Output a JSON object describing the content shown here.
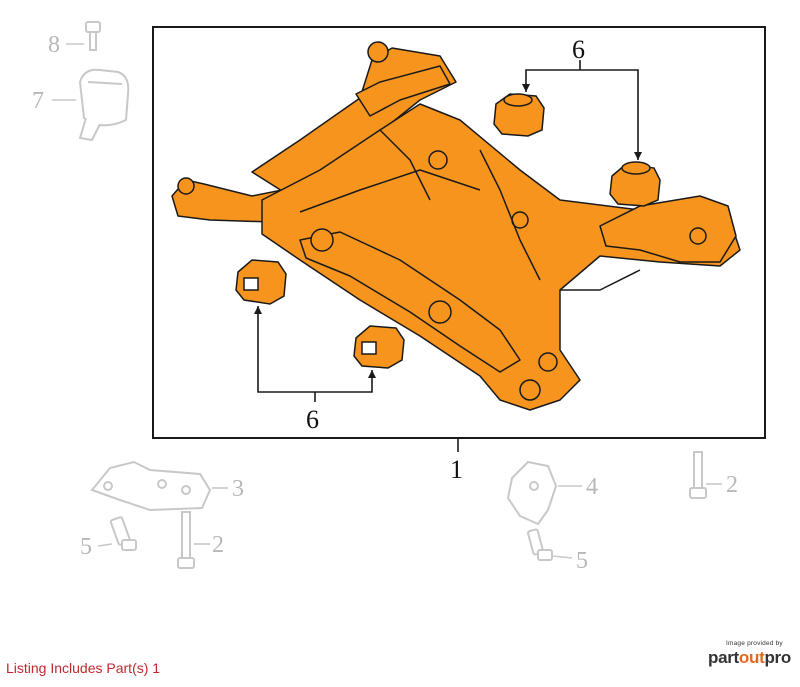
{
  "callouts": {
    "main_assembly": "1",
    "bolt_right": "2",
    "bolt_left": "2",
    "bracket_left": "3",
    "bracket_right": "4",
    "bolt_small_left": "5",
    "bolt_small_right": "5",
    "bushings_top": "6",
    "bushings_bottom": "6",
    "mount": "7",
    "bolt_top": "8"
  },
  "footer": {
    "listing_note": "Listing Includes Part(s) 1"
  },
  "credit": {
    "provided_by": "Image provided by",
    "brand_part1": "part",
    "brand_part2": "out",
    "brand_part3": "pro"
  },
  "colors": {
    "highlight_fill": "#f7941d",
    "outline": "#1a1a1a",
    "ghost": "#c8c8c8",
    "note_red": "#c0282d"
  }
}
